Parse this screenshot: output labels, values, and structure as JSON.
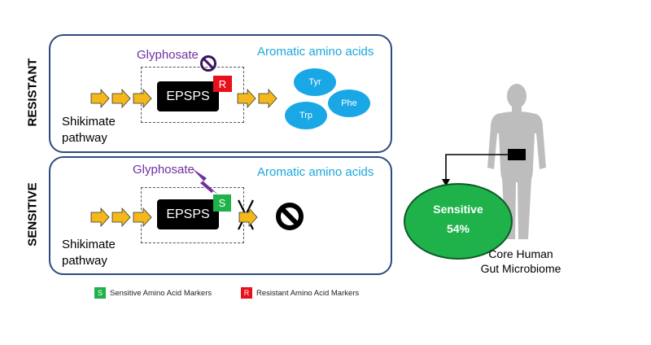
{
  "resistant": {
    "side_label": "RESISTANT",
    "glyphosate": "Glyphosate",
    "aromatic_title": "Aromatic amino acids",
    "enzyme": "EPSPS",
    "marker": "R",
    "pathway_line1": "Shikimate",
    "pathway_line2": "pathway",
    "amino_acids": [
      "Tyr",
      "Phe",
      "Trp"
    ]
  },
  "sensitive": {
    "side_label": "SENSITIVE",
    "glyphosate": "Glyphosate",
    "aromatic_title": "Aromatic amino acids",
    "enzyme": "EPSPS",
    "marker": "S",
    "pathway_line1": "Shikimate",
    "pathway_line2": "pathway"
  },
  "legend": {
    "sensitive_marker": "S",
    "sensitive_label": "Sensitive Amino Acid Markers",
    "resistant_marker": "R",
    "resistant_label": "Resistant Amino Acid Markers"
  },
  "microbiome": {
    "label": "Sensitive",
    "percent": "54%",
    "caption_line1": "Core Human",
    "caption_line2": "Gut Microbiome"
  },
  "colors": {
    "panel_border": "#2e4a7d",
    "arrow_fill": "#f5b81c",
    "glyphosate": "#7030a0",
    "amino_acid": "#1aa7e6",
    "resistant_marker": "#e8101a",
    "sensitive_marker": "#1fb24a"
  }
}
